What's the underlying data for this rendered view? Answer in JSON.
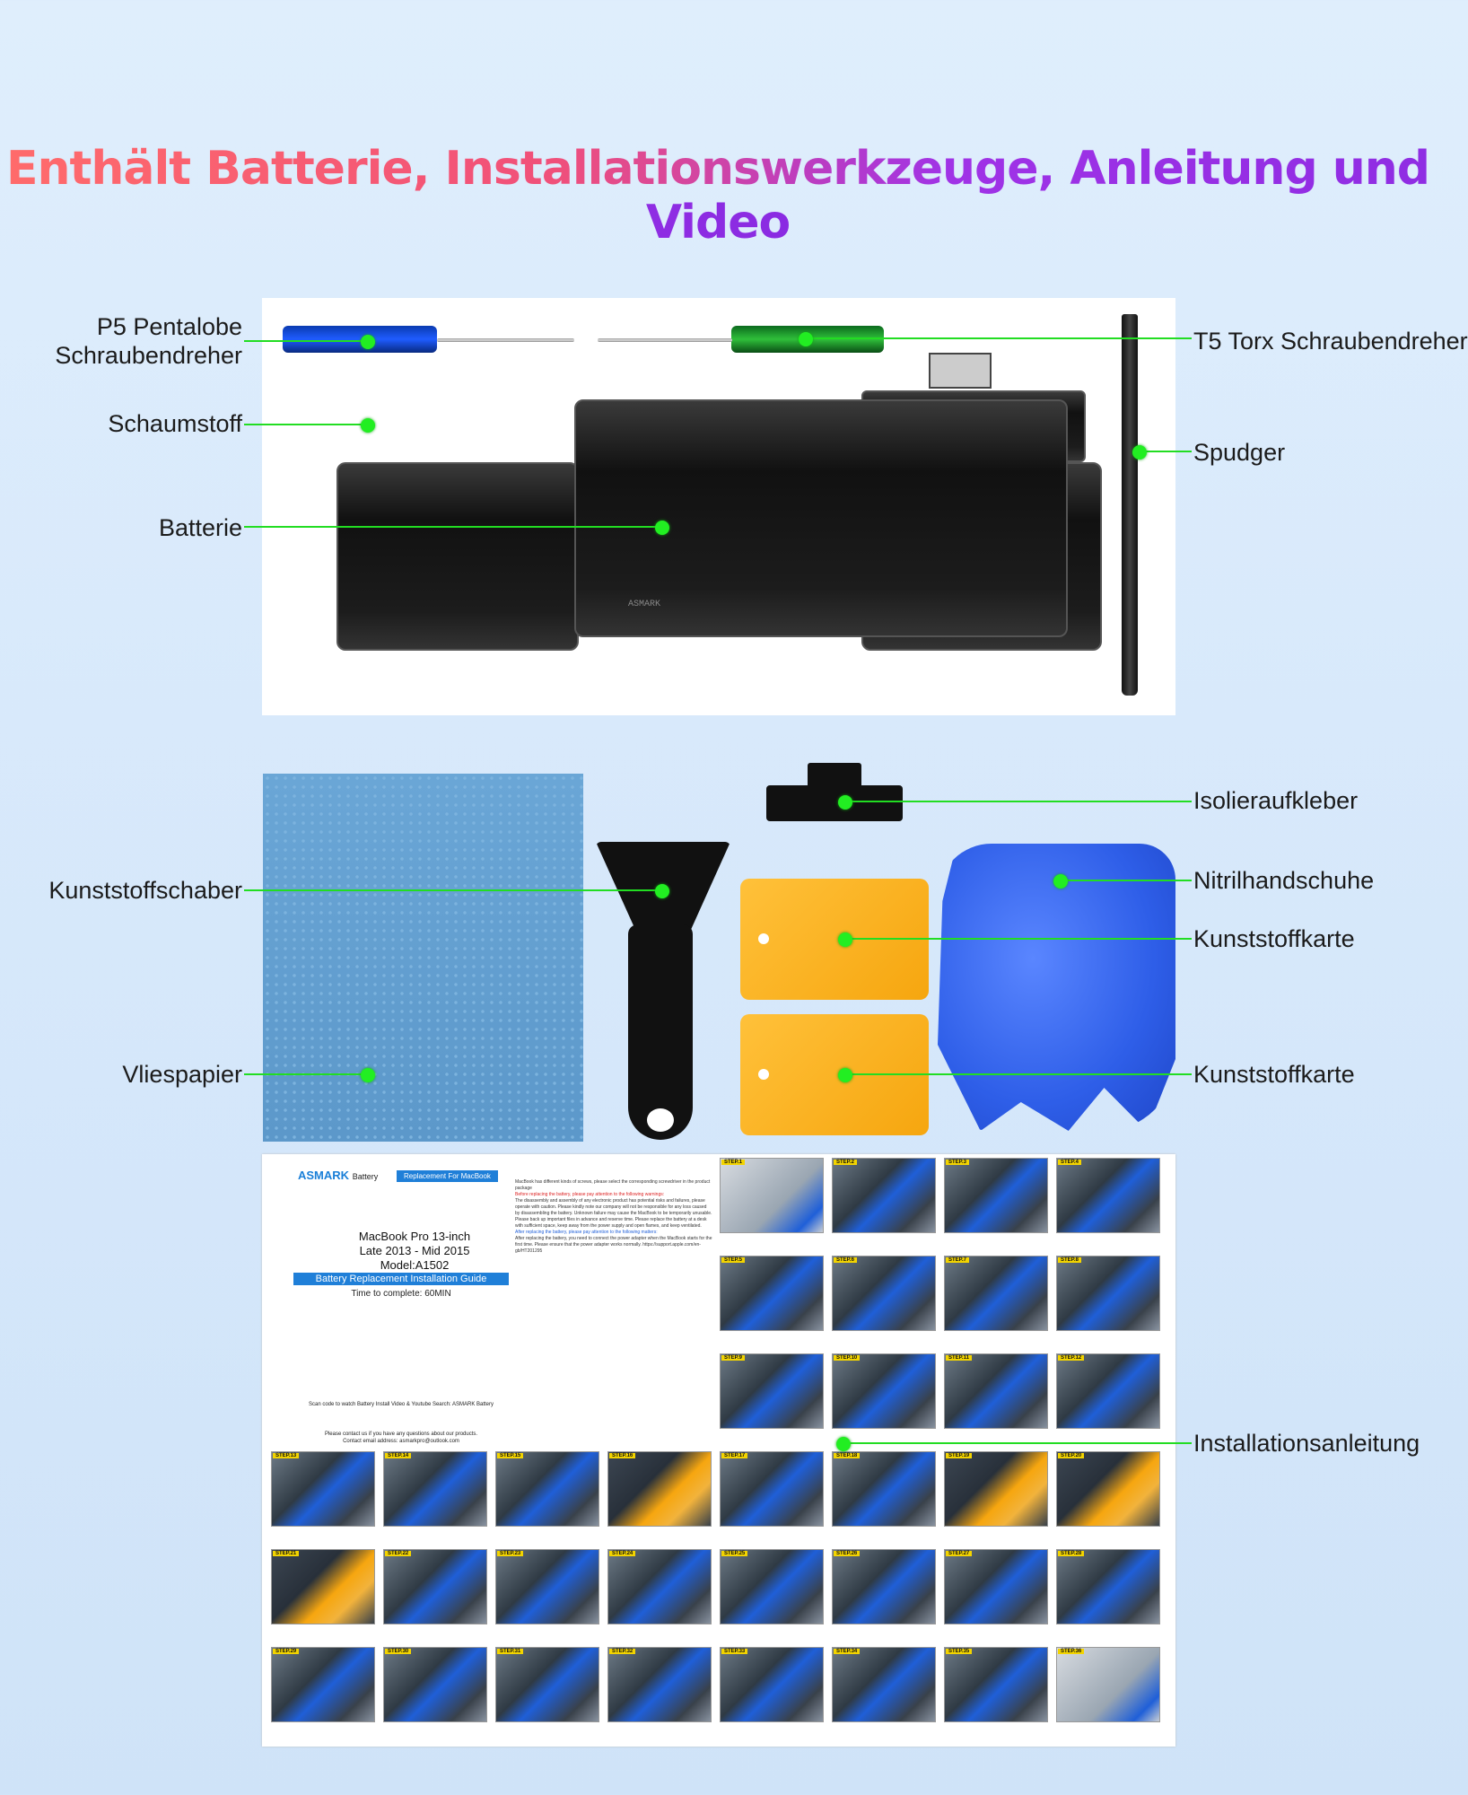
{
  "headline": "Enthält Batterie, Installationswerkzeuge, Anleitung und Video",
  "labels": {
    "p5": "P5 Pentalobe\nSchraubendreher",
    "p5_line1": "P5 Pentalobe",
    "p5_line2": "Schraubendreher",
    "t5": "T5 Torx Schraubendreher",
    "foam": "Schaumstoff",
    "spudger": "Spudger",
    "battery": "Batterie",
    "insulation": "Isolieraufkleber",
    "scraper": "Kunststoffschaber",
    "gloves": "Nitrilhandschuhe",
    "card1": "Kunststoffkarte",
    "card2": "Kunststoffkarte",
    "fleece": "Vliespapier",
    "guide": "Installationsanleitung"
  },
  "battery_print": "ASMARK",
  "guide": {
    "brand": "ASMARK",
    "brand_suffix": "Battery",
    "badge": "Replacement For MacBook",
    "model_line1": "MacBook Pro 13-inch",
    "model_line2": "Late 2013 - Mid 2015",
    "model_line3": "Model:A1502",
    "title": "Battery Replacement Installation Guide",
    "time": "Time to complete: 60MIN",
    "scan": "Scan code to watch Battery Install Video & Youtube Search: ASMARK Battery",
    "contact1": "Please contact us if you have any questions about our products.",
    "contact2": "Contact email address: asmarkpro@outlook.com",
    "notes_head": "MacBook has different kinds of screws, please select the corresponding screwdriver in the product package",
    "notes_red": "Before replacing the battery, please pay attention to the following warnings:",
    "notes_body": "The disassembly and assembly of any electronic product has potential risks and failures, please operate with caution. Please kindly note our company will not be responsible for any loss caused by disassembling the battery. Unknown failure may cause the MacBook to be temporarily unusable. Please back up important files in advance and reserve time. Please replace the battery at a desk with sufficient space, keep away from the power supply and open flames, and keep ventilated.",
    "notes_blue": "After replacing the battery, please pay attention to the following matters:",
    "notes_after": "After replacing the battery, you need to connect the power adapter when the MacBook starts for the first time. Please ensure that the power adapter works normally. https://support.apple.com/en-gb/HT201295"
  },
  "steps": [
    {
      "tag": "STEP.1"
    },
    {
      "tag": "STEP.2"
    },
    {
      "tag": "STEP.3"
    },
    {
      "tag": "STEP.4"
    },
    {
      "tag": "STEP.5"
    },
    {
      "tag": "STEP.6"
    },
    {
      "tag": "STEP.7"
    },
    {
      "tag": "STEP.8"
    },
    {
      "tag": "STEP.9"
    },
    {
      "tag": "STEP.10"
    },
    {
      "tag": "STEP.11"
    },
    {
      "tag": "STEP.12"
    },
    {
      "tag": "STEP.13"
    },
    {
      "tag": "STEP.14"
    },
    {
      "tag": "STEP.15"
    },
    {
      "tag": "STEP.16"
    },
    {
      "tag": "STEP.17"
    },
    {
      "tag": "STEP.18"
    },
    {
      "tag": "STEP.19"
    },
    {
      "tag": "STEP.20"
    },
    {
      "tag": "STEP.21"
    },
    {
      "tag": "STEP.22"
    },
    {
      "tag": "STEP.23"
    },
    {
      "tag": "STEP.24"
    },
    {
      "tag": "STEP.25"
    },
    {
      "tag": "STEP.26"
    },
    {
      "tag": "STEP.27"
    },
    {
      "tag": "STEP.28"
    },
    {
      "tag": "STEP.29"
    },
    {
      "tag": "STEP.30"
    },
    {
      "tag": "STEP.31"
    },
    {
      "tag": "STEP.32"
    },
    {
      "tag": "STEP.33"
    },
    {
      "tag": "STEP.34"
    },
    {
      "tag": "STEP.35"
    },
    {
      "tag": "STEP.36"
    }
  ],
  "colors": {
    "leader": "#22dd22",
    "headline_start": "#ff6b6b",
    "headline_end": "#8a2be2",
    "guide_blue": "#1f7fd8",
    "step_tag": "#f3d400"
  }
}
